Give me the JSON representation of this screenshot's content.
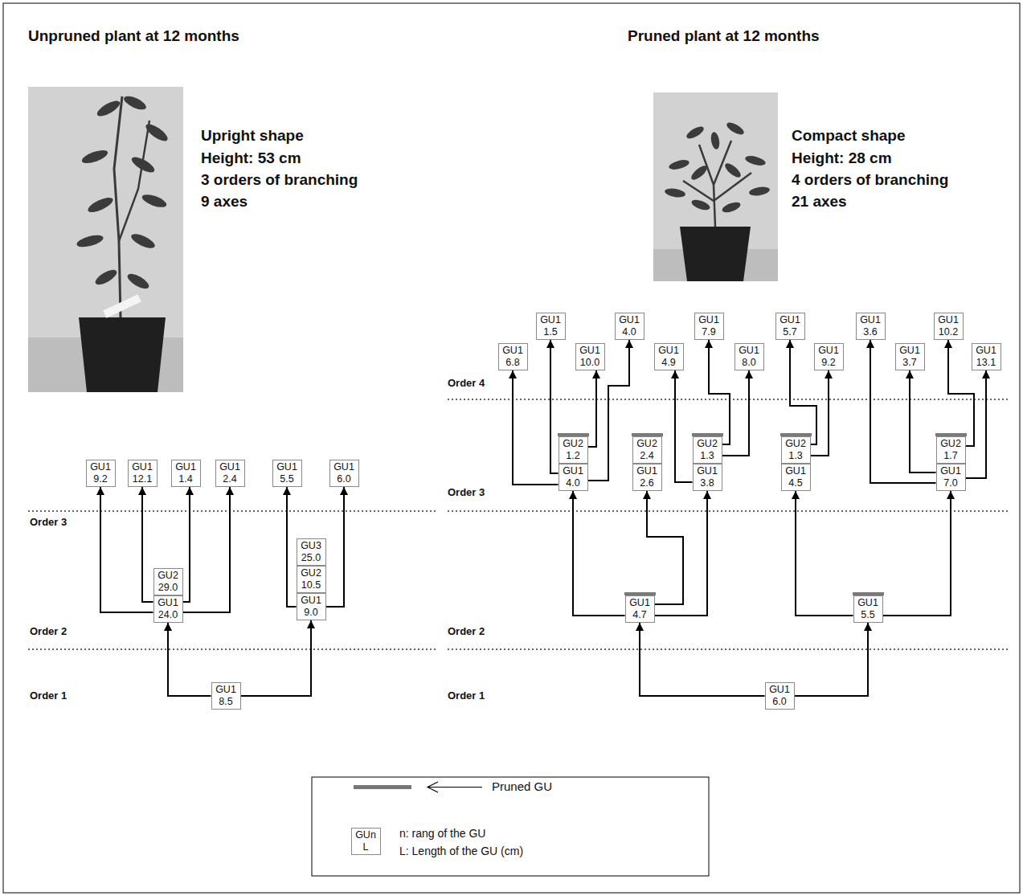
{
  "diagram": {
    "nodes": [
      {
        "text": [
          "GU1",
          "9.2"
        ]
      },
      {
        "text": [
          "GU1",
          "12.1"
        ]
      },
      {
        "text": [
          "GU1",
          "1.4"
        ]
      },
      {
        "text": [
          "GU1",
          "2.4"
        ]
      },
      {
        "text": [
          "GU1",
          "5.5"
        ]
      },
      {
        "text": [
          "GU1",
          "6.0"
        ]
      },
      {
        "text": [
          "GU3",
          "25.0"
        ]
      },
      {
        "text": [
          "GU2",
          "29.0"
        ]
      },
      {
        "text": [
          "GU2",
          "10.5"
        ]
      },
      {
        "text": [
          "GU1",
          "24.0"
        ]
      },
      {
        "text": [
          "GU1",
          "9.0"
        ]
      },
      {
        "text": [
          "GU1",
          "8.5"
        ]
      },
      {
        "text": [
          "GU1",
          "1.5"
        ]
      },
      {
        "text": [
          "GU1",
          "4.0"
        ]
      },
      {
        "text": [
          "GU1",
          "7.9"
        ]
      },
      {
        "text": [
          "GU1",
          "5.7"
        ]
      },
      {
        "text": [
          "GU1",
          "3.6"
        ]
      },
      {
        "text": [
          "GU1",
          "10.2"
        ]
      },
      {
        "text": [
          "GU1",
          "6.8"
        ]
      },
      {
        "text": [
          "GU1",
          "10.0"
        ]
      },
      {
        "text": [
          "GU1",
          "4.9"
        ]
      },
      {
        "text": [
          "GU1",
          "8.0"
        ]
      },
      {
        "text": [
          "GU1",
          "9.2"
        ]
      },
      {
        "text": [
          "GU1",
          "3.7"
        ]
      },
      {
        "text": [
          "GU1",
          "13.1"
        ]
      },
      {
        "text": [
          "GU2",
          "1.2"
        ]
      },
      {
        "text": [
          "GU2",
          "2.4"
        ]
      },
      {
        "text": [
          "GU2",
          "1.3"
        ]
      },
      {
        "text": [
          "GU2",
          "1.3"
        ]
      },
      {
        "text": [
          "GU2",
          "1.7"
        ]
      },
      {
        "text": [
          "GU1",
          "4.0"
        ]
      },
      {
        "text": [
          "GU1",
          "2.6"
        ]
      },
      {
        "text": [
          "GU1",
          "3.8"
        ]
      },
      {
        "text": [
          "GU1",
          "4.5"
        ]
      },
      {
        "text": [
          "GU1",
          "7.0"
        ]
      },
      {
        "text": [
          "GU1",
          "4.7"
        ]
      },
      {
        "text": [
          "GU1",
          "5.5"
        ]
      },
      {
        "text": [
          "GU1",
          "6.0"
        ]
      },
      {
        "text": [
          "GUn",
          "L"
        ]
      }
    ],
    "edges": [
      {
        "from": 11,
        "to": 9,
        "arrow": "to"
      },
      {
        "from": 11,
        "to": 10,
        "arrow": "to"
      },
      {
        "from": 9,
        "to": 0,
        "arrow": "to"
      },
      {
        "from": 9,
        "to": 1,
        "arrow": "to"
      },
      {
        "from": 9,
        "to": 2,
        "arrow": "to"
      },
      {
        "from": 9,
        "to": 3,
        "arrow": "to"
      },
      {
        "from": 10,
        "to": 4,
        "arrow": "to"
      },
      {
        "from": 10,
        "to": 5,
        "arrow": "to"
      },
      {
        "from": 37,
        "to": 35,
        "arrow": "to"
      },
      {
        "from": 37,
        "to": 36,
        "arrow": "to"
      },
      {
        "from": 35,
        "to": 30,
        "arrow": "to"
      },
      {
        "from": 35,
        "to": 31,
        "arrow": "to"
      },
      {
        "from": 35,
        "to": 32,
        "arrow": "to"
      },
      {
        "from": 36,
        "to": 33,
        "arrow": "to"
      },
      {
        "from": 36,
        "to": 34,
        "arrow": "to"
      },
      {
        "from": 30,
        "to": 18,
        "arrow": "to"
      },
      {
        "from": 30,
        "to": 12,
        "arrow": "to"
      },
      {
        "from": 30,
        "to": 13,
        "arrow": "to"
      },
      {
        "from": 25,
        "to": 19,
        "arrow": "to"
      },
      {
        "from": 32,
        "to": 20,
        "arrow": "to"
      },
      {
        "from": 27,
        "to": 14,
        "arrow": "to"
      },
      {
        "from": 27,
        "to": 21,
        "arrow": "to"
      },
      {
        "from": 28,
        "to": 15,
        "arrow": "to"
      },
      {
        "from": 28,
        "to": 22,
        "arrow": "to"
      },
      {
        "from": 34,
        "to": 16,
        "arrow": "to"
      },
      {
        "from": 34,
        "to": 23,
        "arrow": "to"
      },
      {
        "from": 34,
        "to": 24,
        "arrow": "to"
      },
      {
        "from": 29,
        "to": 17,
        "arrow": "to"
      }
    ],
    "labels": [
      "Unpruned plant at 12 months",
      "Pruned plant at 12 months",
      "Upright shape",
      "Height: 53 cm",
      "3 orders of branching",
      "9 axes",
      "Compact shape",
      "Height: 28 cm",
      "4 orders of branching",
      "21 axes",
      "Order 3",
      "Order 2",
      "Order 1",
      "Order 4",
      "Order 3",
      "Order 2",
      "Order 1",
      "n: rang of the GU",
      "L: Length of the GU (cm)"
    ],
    "legend": [
      {
        "text": "Pruned GU"
      }
    ]
  }
}
